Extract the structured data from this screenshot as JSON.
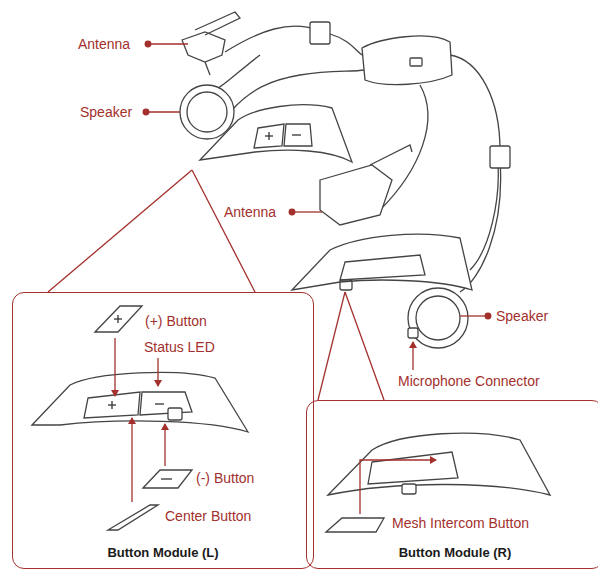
{
  "diagram": {
    "nodes": [
      {
        "text": [
          "Button Module (L)"
        ]
      },
      {
        "text": [
          "Button Module (R)"
        ]
      }
    ],
    "labels": [
      "Antenna",
      "Speaker",
      "Antenna",
      "Speaker",
      "Microphone Connector",
      "(+) Button",
      "Status LED",
      "(-) Button",
      "Center Button",
      "Mesh Intercom Button"
    ]
  }
}
